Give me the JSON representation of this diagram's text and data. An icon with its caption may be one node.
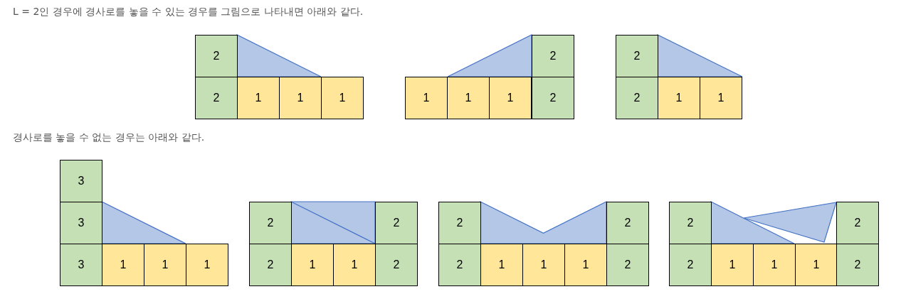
{
  "diagram": {
    "nodes": [
      {
        "text": [
          "2"
        ]
      },
      {
        "text": [
          "2"
        ]
      },
      {
        "text": [
          "1"
        ]
      },
      {
        "text": [
          "1"
        ]
      },
      {
        "text": [
          "1"
        ]
      },
      {
        "text": [
          "2"
        ]
      },
      {
        "text": [
          "1"
        ]
      },
      {
        "text": [
          "1"
        ]
      },
      {
        "text": [
          "1"
        ]
      },
      {
        "text": [
          "2"
        ]
      },
      {
        "text": [
          "2"
        ]
      },
      {
        "text": [
          "2"
        ]
      },
      {
        "text": [
          "1"
        ]
      },
      {
        "text": [
          "1"
        ]
      },
      {
        "text": [
          "3"
        ]
      },
      {
        "text": [
          "3"
        ]
      },
      {
        "text": [
          "3"
        ]
      },
      {
        "text": [
          "1"
        ]
      },
      {
        "text": [
          "1"
        ]
      },
      {
        "text": [
          "1"
        ]
      },
      {
        "text": [
          "2"
        ]
      },
      {
        "text": [
          "2"
        ]
      },
      {
        "text": [
          "2"
        ]
      },
      {
        "text": [
          "1"
        ]
      },
      {
        "text": [
          "1"
        ]
      },
      {
        "text": [
          "2"
        ]
      },
      {
        "text": [
          "2"
        ]
      },
      {
        "text": [
          "2"
        ]
      },
      {
        "text": [
          "2"
        ]
      },
      {
        "text": [
          "1"
        ]
      },
      {
        "text": [
          "1"
        ]
      },
      {
        "text": [
          "1"
        ]
      },
      {
        "text": [
          "2"
        ]
      },
      {
        "text": [
          "2"
        ]
      },
      {
        "text": [
          "2"
        ]
      },
      {
        "text": [
          "2"
        ]
      },
      {
        "text": [
          "1"
        ]
      },
      {
        "text": [
          "1"
        ]
      },
      {
        "text": [
          "1"
        ]
      },
      {
        "text": [
          "2"
        ]
      }
    ],
    "labels": [
      "L = 2인 경우에 경사로를 놓을 수 있는 경우를 그림으로 나타내면 아래와 같다.",
      "경사로를 놓을 수 없는 경우는 아래와 같다."
    ]
  }
}
